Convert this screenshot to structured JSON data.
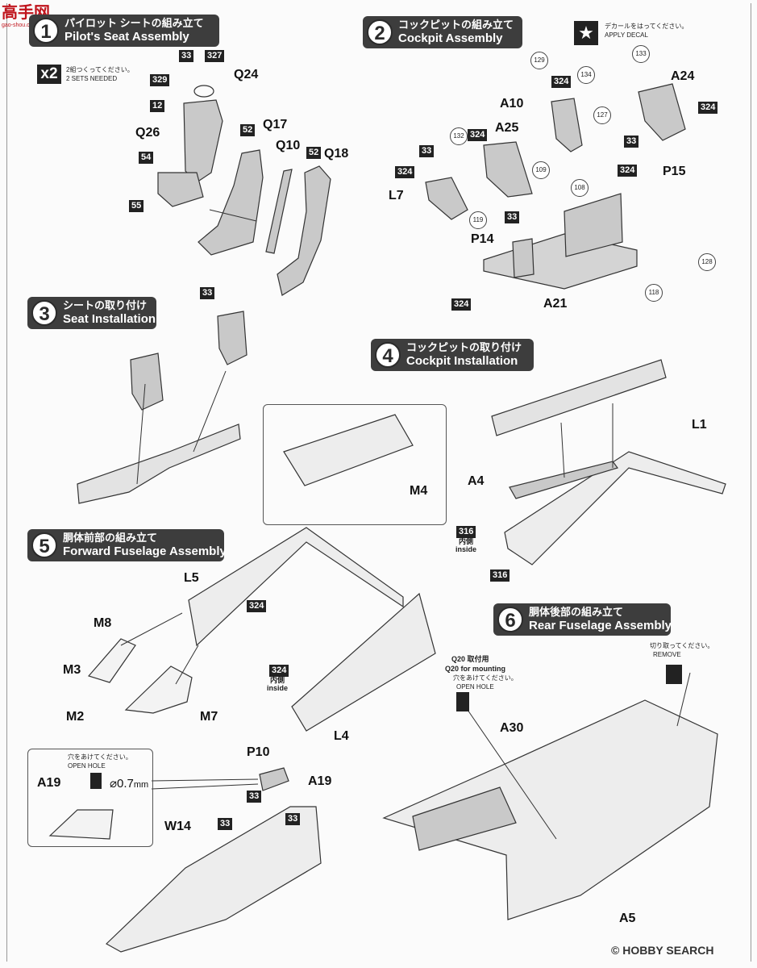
{
  "watermark": {
    "text": "高手网",
    "sub": "gao-shou.com"
  },
  "footer": {
    "text": "© HOBBY SEARCH"
  },
  "steps": [
    {
      "num": "1",
      "jp": "パイロット シートの組み立て",
      "en": "Pilot's Seat Assembly"
    },
    {
      "num": "2",
      "jp": "コックピットの組み立て",
      "en": "Cockpit Assembly"
    },
    {
      "num": "3",
      "jp": "シートの取り付け",
      "en": "Seat Installation"
    },
    {
      "num": "4",
      "jp": "コックピットの取り付け",
      "en": "Cockpit Installation"
    },
    {
      "num": "5",
      "jp": "胴体前部の組み立て",
      "en": "Forward Fuselage Assembly"
    },
    {
      "num": "6",
      "jp": "胴体後部の組み立て",
      "en": "Rear Fuselage Assembly"
    }
  ],
  "step1": {
    "sets": "x2",
    "sets_jp": "2組つくってください。",
    "sets_en": "2 SETS NEEDED",
    "parts": [
      "Q24",
      "Q26",
      "Q17",
      "Q10",
      "Q18"
    ],
    "chips": [
      "33",
      "327",
      "329",
      "12",
      "54",
      "55",
      "52",
      "52",
      "33"
    ]
  },
  "step2": {
    "decal_jp": "デカールをはってください。",
    "decal_en": "APPLY DECAL",
    "parts": [
      "A24",
      "A10",
      "A25",
      "P15",
      "L7",
      "P14",
      "A21"
    ],
    "chips": [
      "324",
      "324",
      "324",
      "33",
      "324",
      "33",
      "324",
      "33",
      "324"
    ],
    "decals": [
      "133",
      "129",
      "134",
      "127",
      "132",
      "109",
      "108",
      "119",
      "128",
      "118"
    ]
  },
  "step4": {
    "parts": [
      "L1",
      "A4"
    ],
    "inside_num": "316",
    "inside_jp": "内側",
    "inside_en": "inside",
    "chip": "316"
  },
  "step5": {
    "parts": [
      "M4",
      "L5",
      "M8",
      "M3",
      "M2",
      "M7",
      "L4"
    ],
    "chip": "324",
    "inside_num": "324",
    "inside_jp": "内側",
    "inside_en": "inside"
  },
  "step6": {
    "mount_jp": "Q20 取付用",
    "mount_en": "Q20 for mounting",
    "hole_jp": "穴をあけてください。",
    "hole_en": "OPEN HOLE",
    "remove_jp": "切り取ってください。",
    "remove_en": "REMOVE",
    "parts": [
      "A30",
      "A5"
    ]
  },
  "bottom": {
    "hole_jp": "穴をあけてください。",
    "hole_en": "OPEN HOLE",
    "diameter": "0.7",
    "unit": "mm",
    "parts": [
      "A19",
      "P10",
      "A19",
      "W14"
    ],
    "chips": [
      "33",
      "33",
      "33"
    ]
  }
}
